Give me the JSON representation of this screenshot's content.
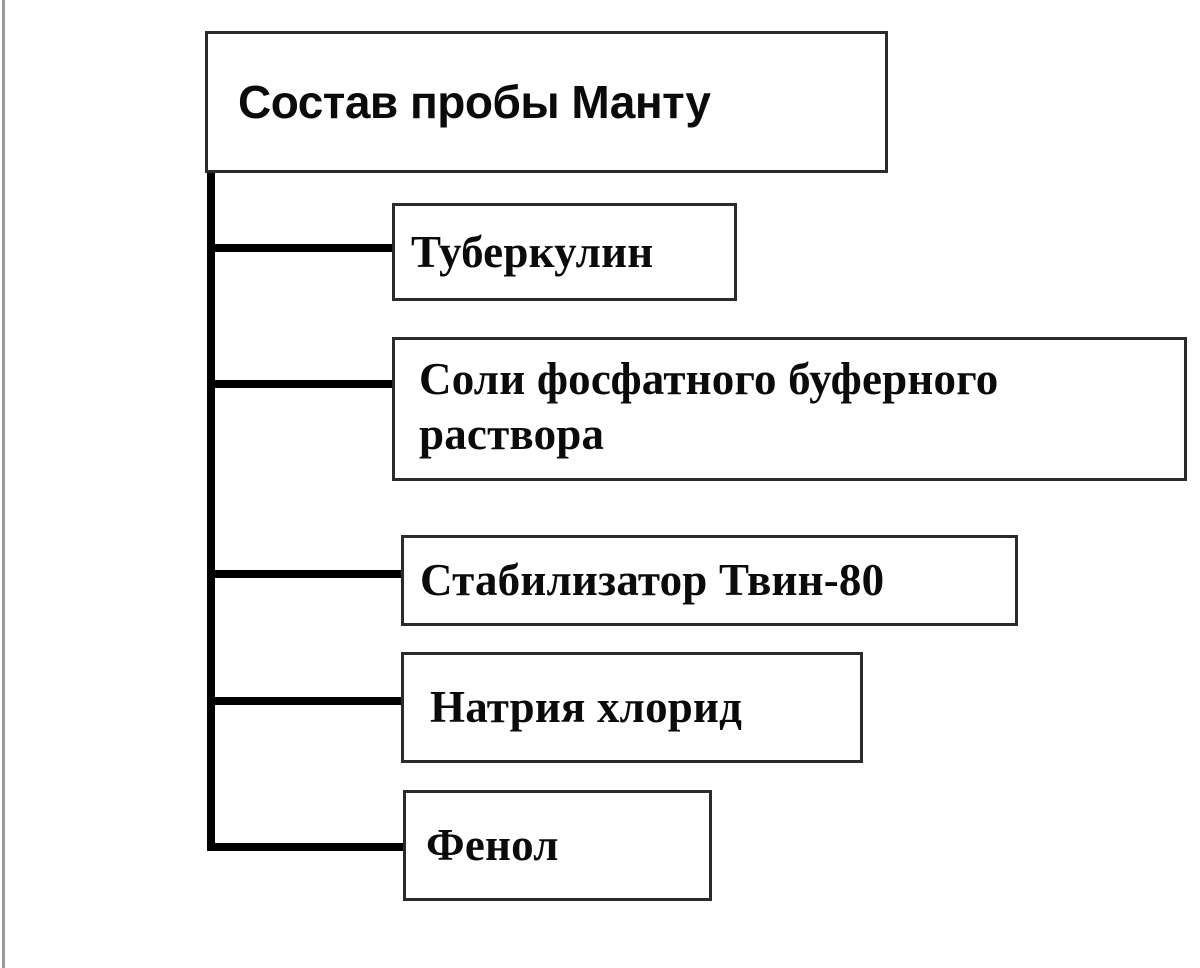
{
  "diagram": {
    "type": "hierarchy-tree",
    "orientation": "vertical-trunk-with-right-branches",
    "root": {
      "label": "Состав пробы Манту"
    },
    "children": [
      {
        "label": "Туберкулин"
      },
      {
        "label": "Соли фосфатного буферного раствора"
      },
      {
        "label": "Стабилизатор Твин-80"
      },
      {
        "label": "Натрия хлорид"
      },
      {
        "label": "Фенол"
      }
    ],
    "colors": {
      "background": "#ffffff",
      "box_border": "#2b2b2b",
      "connector": "#000000",
      "text": "#0b0b0b",
      "page_edge_rule": "#9a9a9d"
    }
  }
}
